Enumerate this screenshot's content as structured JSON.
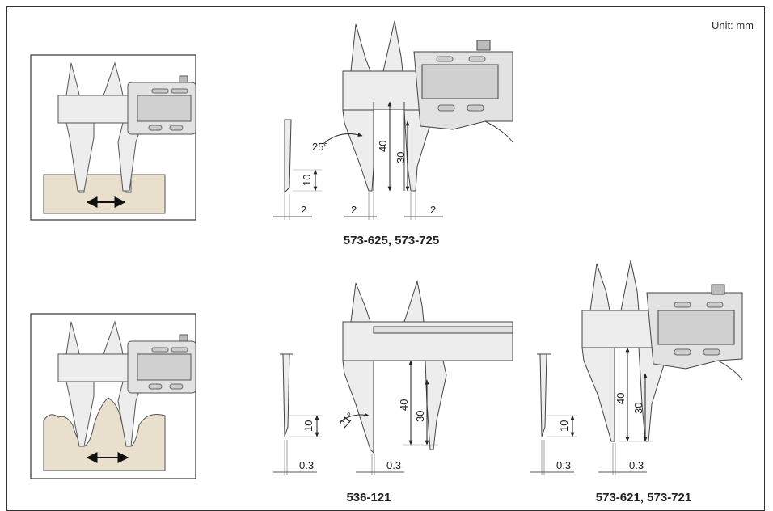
{
  "unit_label": "Unit: mm",
  "captions": {
    "top_model": "573-625, 573-725",
    "bottom_middle_model": "536-121",
    "bottom_right_model": "573-621, 573-721"
  },
  "top_diagram": {
    "angle": "25°",
    "depth_total": "40",
    "depth_jaw": "30",
    "blade_height": "10",
    "blade_thickness": "2",
    "tip_width_left": "2",
    "tip_width_right": "2"
  },
  "bottom_middle_diagram": {
    "angle": "21°",
    "depth_total": "40",
    "depth_jaw": "30",
    "blade_height": "10",
    "blade_thickness": "0.3",
    "tip_width": "0.3"
  },
  "bottom_right_diagram": {
    "depth_total": "40",
    "depth_jaw": "30",
    "blade_height": "10",
    "blade_thickness": "0.3",
    "tip_width": "0.3"
  },
  "colors": {
    "caliper_fill": "#ededed",
    "caliper_dark": "#d4d4d4",
    "workpiece": "#e8e0cc",
    "line": "#333333"
  }
}
